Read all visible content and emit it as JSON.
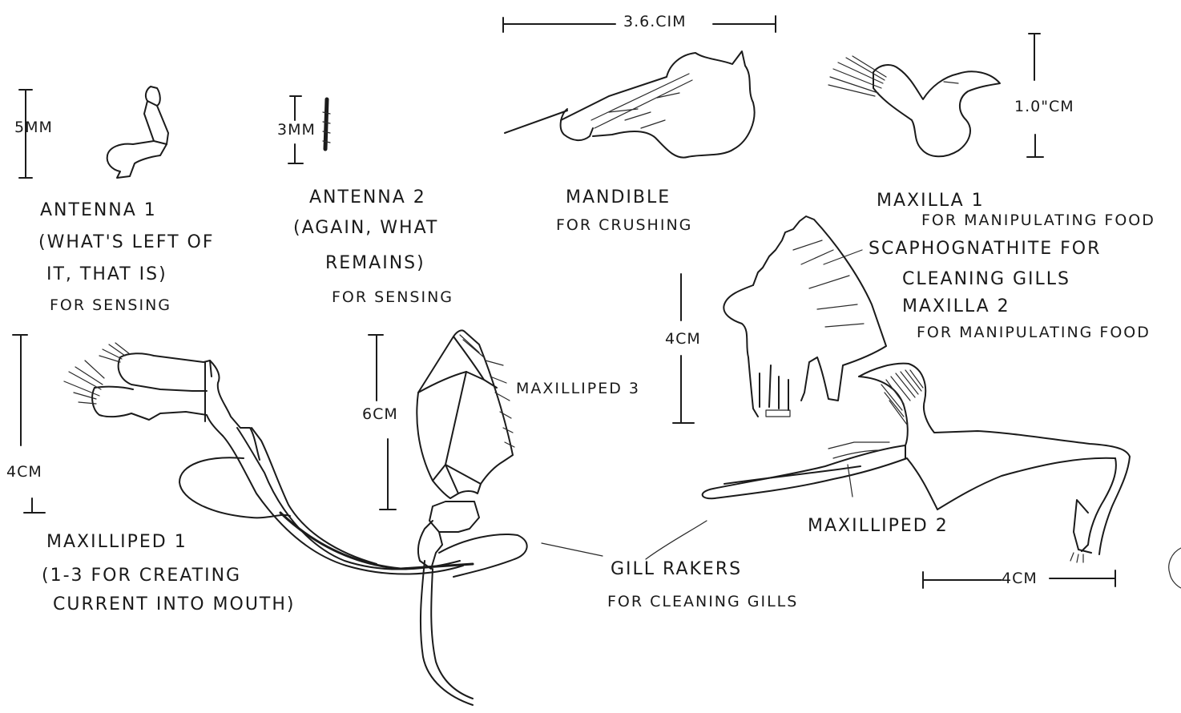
{
  "scale_bars": {
    "antenna1": "5mm",
    "antenna2": "3mm",
    "mandible": "3.6.cim",
    "maxilla1": "1.0\"cm",
    "maxilla2": "4cm",
    "maxilliped1": "4cm",
    "maxilliped3": "6cm",
    "maxilliped2": "4cm"
  },
  "labels": {
    "antenna1": {
      "name": "ANTENNA 1",
      "line2": "(WHAT'S LEFT OF",
      "line3": "IT, THAT IS)",
      "line4": "FOR SENSING"
    },
    "antenna2": {
      "name": "ANTENNA 2",
      "line2": "(AGAIN, WHAT",
      "line3": "REMAINS)",
      "line4": "FOR SENSING"
    },
    "mandible": {
      "name": "MANDIBLE",
      "line2": "FOR CRUSHING"
    },
    "maxilla1": {
      "name": "MAXILLA 1",
      "line2": "FOR MANIPULATING FOOD"
    },
    "maxilla2": {
      "line1": "SCAPHOGNATHITE FOR",
      "line2": "CLEANING GILLS",
      "name": "MAXILLA 2",
      "line4": "FOR MANIPULATING FOOD"
    },
    "maxilliped3": {
      "name": "MAXILLIPED 3"
    },
    "maxilliped1": {
      "name": "MAXILLIPED 1",
      "line2": "(1-3 FOR CREATING",
      "line3": "CURRENT INTO MOUTH)"
    },
    "gill_rakers": {
      "name": "GILL RAKERS",
      "line2": "FOR CLEANING GILLS"
    },
    "maxilliped2": {
      "name": "MAXILLIPED 2"
    }
  }
}
